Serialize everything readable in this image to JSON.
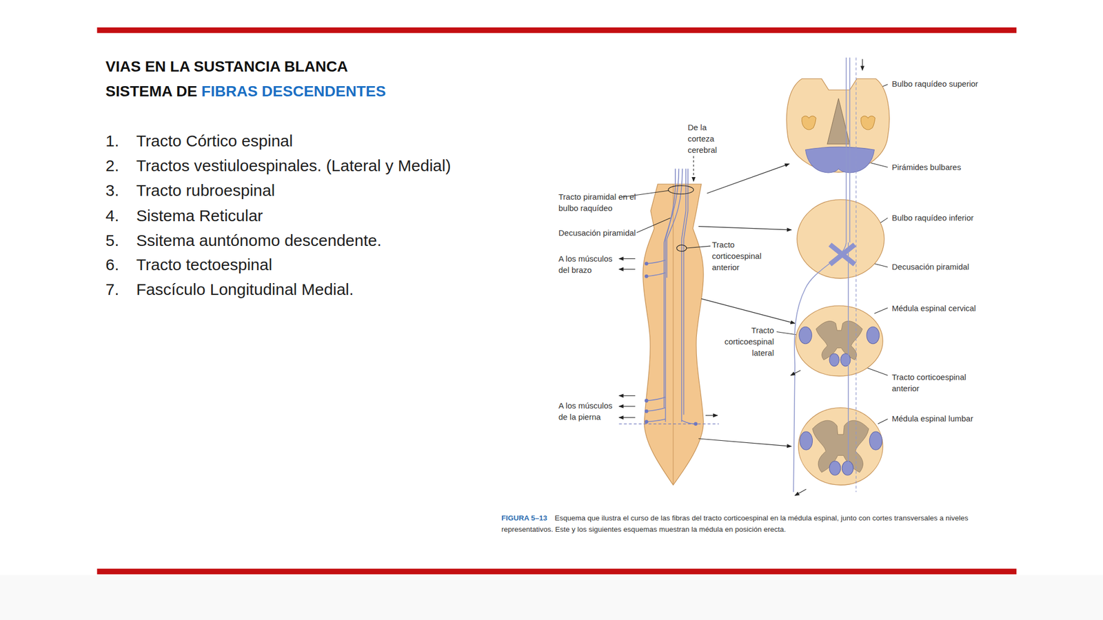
{
  "diagram": {
    "title": "VIAS EN LA SUSTANCIA BLANCA",
    "caption": "Esquema que ilustra el curso de las fibras del tracto corticoespinal en la médula espinal, junto con cortes transversales a niveles representativos. Este y los siguientes esquemas muestran la médula en posición erecta.",
    "labels": [
      "SISTEMA DE",
      "FIBRAS DESCENDENTES",
      "1.",
      "Tracto Córtico espinal",
      "2.",
      "Tractos vestiuloespinales. (Lateral y Medial)",
      "3.",
      "Tracto rubroespinal",
      "4.",
      "Sistema Reticular",
      "5.",
      "Ssitema auntónomo descendente.",
      "6.",
      "Tracto tectoespinal",
      "7.",
      "Fascículo Longitudinal Medial.",
      "De la corteza cerebral",
      "Tracto piramidal en el bulbo raquídeo",
      "Decusación piramidal",
      "A los músculos del brazo",
      "Tracto corticoespinal anterior",
      "A los músculos de la pierna",
      "Bulbo raquídeo superior",
      "Pirámides bulbares",
      "Bulbo raquídeo inferior",
      "Decusación piramidal",
      "Médula espinal cervical",
      "Tracto corticoespinal lateral",
      "Tracto corticoespinal anterior",
      "Médula espinal lumbar",
      "FIGURA 5–13"
    ]
  }
}
